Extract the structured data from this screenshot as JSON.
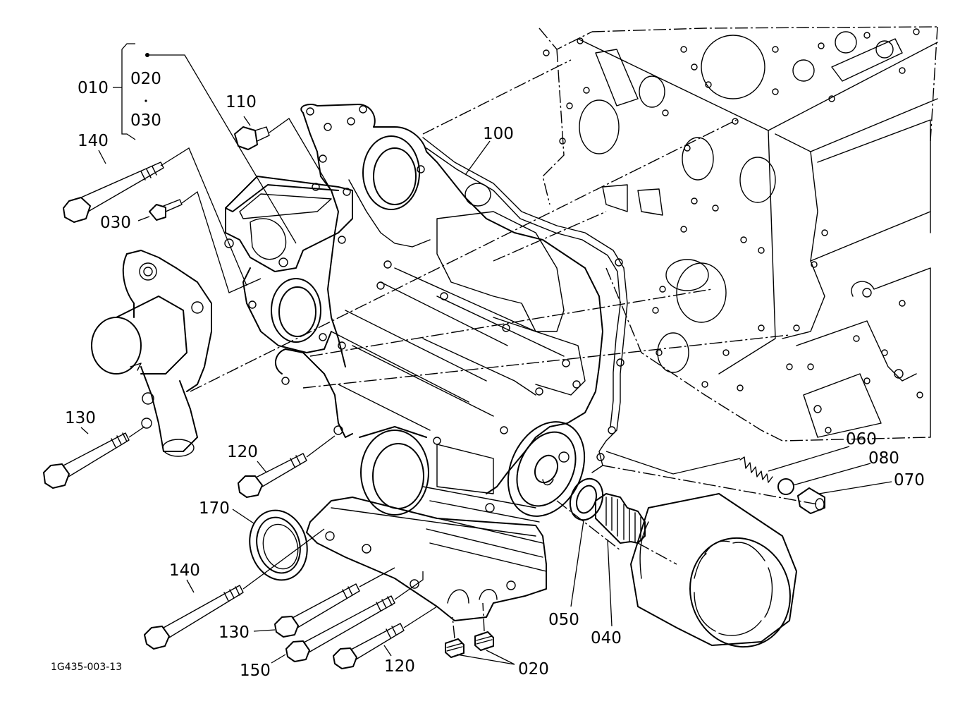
{
  "figure_code": "1G435-003-13",
  "labels": {
    "p010": "010",
    "p020": "020",
    "p030_group": "030",
    "p030": "030",
    "p040": "040",
    "p050": "050",
    "p060": "060",
    "p070": "070",
    "p080": "080",
    "p100": "100",
    "p110": "110",
    "p120_top": "120",
    "p120_bottom": "120",
    "p130_top": "130",
    "p130_bottom": "130",
    "p140_top": "140",
    "p140_bottom": "140",
    "p150": "150",
    "p170": "170",
    "p020_bottom": "020"
  }
}
